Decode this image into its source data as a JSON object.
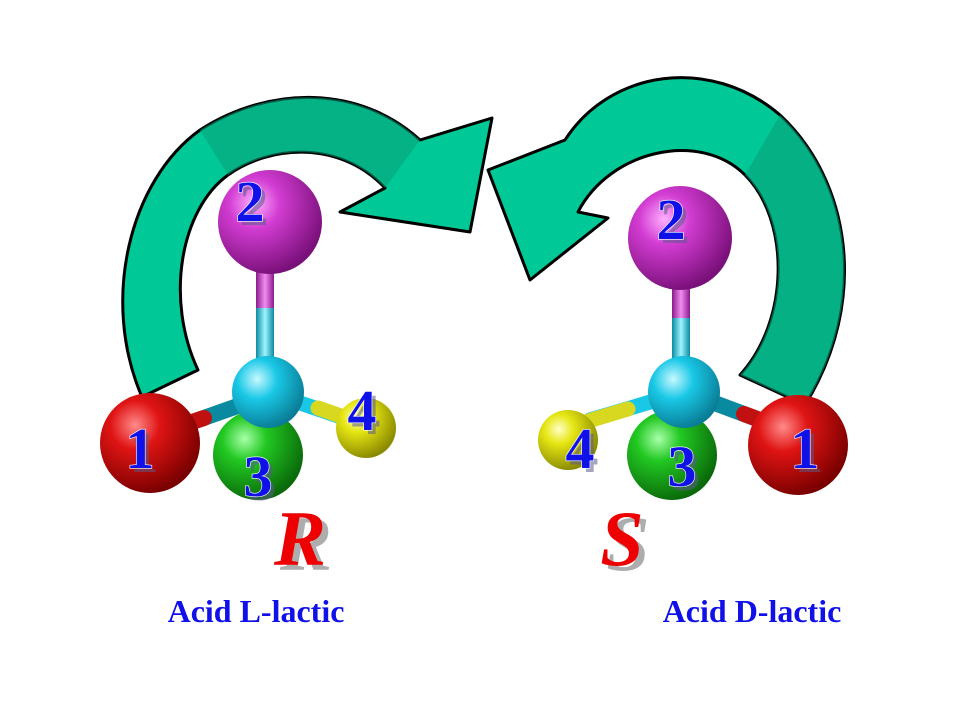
{
  "colors": {
    "background": "#ffffff",
    "arrow": "#00c896",
    "arrow_dark": "#08a078",
    "carbon": "#19c8e6",
    "priority_1_atom": "#e01414",
    "priority_2_atom": "#d23cd2",
    "priority_3_atom": "#22c822",
    "priority_4_atom": "#e6e614",
    "label_blue": "#1010e8",
    "config_red": "#ee0000"
  },
  "left_molecule": {
    "priority_1": "1",
    "priority_2": "2",
    "priority_3": "3",
    "priority_4": "4",
    "configuration": "R",
    "caption": "Acid L-lactic"
  },
  "right_molecule": {
    "priority_1": "1",
    "priority_2": "2",
    "priority_3": "3",
    "priority_4": "4",
    "configuration": "S",
    "caption": "Acid D-lactic"
  }
}
